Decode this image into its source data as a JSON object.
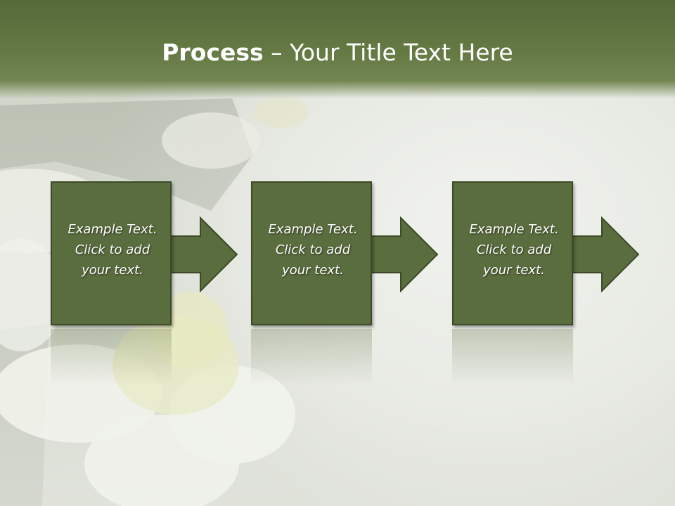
{
  "title": {
    "bold": "Process",
    "rest": " – Your Title Text Here"
  },
  "steps": [
    {
      "line1": "Example Text.",
      "line2": "Click  to add",
      "line3": "your text."
    },
    {
      "line1": "Example Text.",
      "line2": "Click  to add",
      "line3": "your text."
    },
    {
      "line1": "Example Text.",
      "line2": "Click  to add",
      "line3": "your text."
    }
  ],
  "colors": {
    "banner": "#5f7340",
    "box_fill": "#5a6d3e",
    "box_border": "#3c4a27",
    "text": "#ffffff"
  }
}
